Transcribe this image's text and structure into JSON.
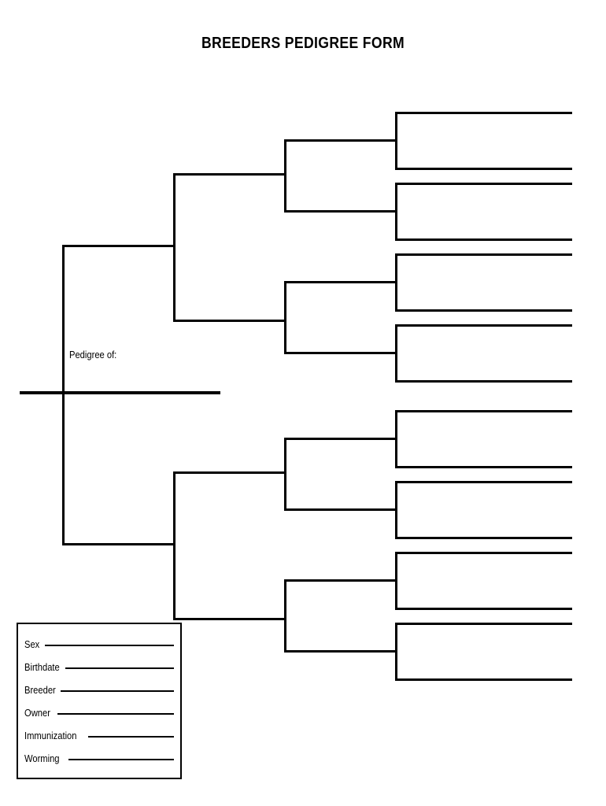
{
  "document": {
    "title": "BREEDERS PEDIGREE FORM"
  },
  "pedigree": {
    "subject_label": "Pedigree of:",
    "generations": 4,
    "slot_counts": [
      1,
      2,
      4,
      8
    ],
    "slots_total": 15,
    "note": "All ancestor slots are blank fill-in brackets"
  },
  "info_box": {
    "fields": [
      {
        "label": "Sex",
        "value": ""
      },
      {
        "label": "Birthdate",
        "value": ""
      },
      {
        "label": "Breeder",
        "value": ""
      },
      {
        "label": "Owner",
        "value": ""
      },
      {
        "label": "Immunization",
        "value": ""
      },
      {
        "label": "Worming",
        "value": ""
      }
    ]
  },
  "colors": {
    "ink": "#000000",
    "paper": "#ffffff"
  }
}
